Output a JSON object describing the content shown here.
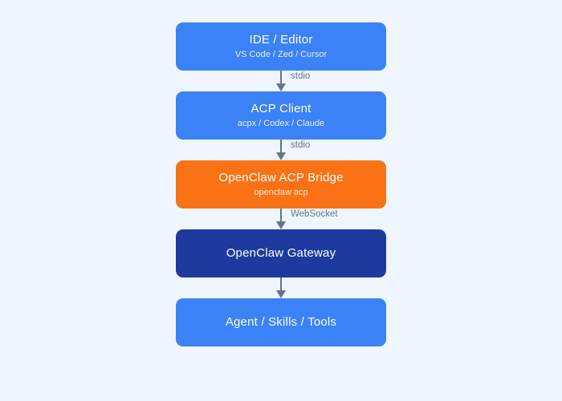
{
  "diagram": {
    "type": "flowchart",
    "orientation": "top-to-bottom",
    "background_color": "#eff6ff",
    "nodes": [
      {
        "id": "ide-editor",
        "title": "IDE / Editor",
        "subtitle": "VS Code / Zed / Cursor",
        "color": "#3b82f6",
        "text_color": "#ffffff"
      },
      {
        "id": "acp-client",
        "title": "ACP Client",
        "subtitle": "acpx / Codex / Claude",
        "color": "#3b82f6",
        "text_color": "#ffffff"
      },
      {
        "id": "openclaw-acp-bridge",
        "title": "OpenClaw ACP Bridge",
        "subtitle": "openclaw acp",
        "color": "#f97316",
        "text_color": "#ffffff"
      },
      {
        "id": "openclaw-gateway",
        "title": "OpenClaw Gateway",
        "subtitle": "",
        "color": "#1e3a9e",
        "text_color": "#ffffff"
      },
      {
        "id": "agent-skills-tools",
        "title": "Agent / Skills / Tools",
        "subtitle": "",
        "color": "#3b82f6",
        "text_color": "#ffffff"
      }
    ],
    "edges": [
      {
        "from": "ide-editor",
        "to": "acp-client",
        "label": "stdio"
      },
      {
        "from": "acp-client",
        "to": "openclaw-acp-bridge",
        "label": "stdio"
      },
      {
        "from": "openclaw-acp-bridge",
        "to": "openclaw-gateway",
        "label": "WebSocket"
      },
      {
        "from": "openclaw-gateway",
        "to": "agent-skills-tools",
        "label": ""
      }
    ],
    "arrow_color": "#64748b",
    "edge_label_color": "#64748b"
  }
}
